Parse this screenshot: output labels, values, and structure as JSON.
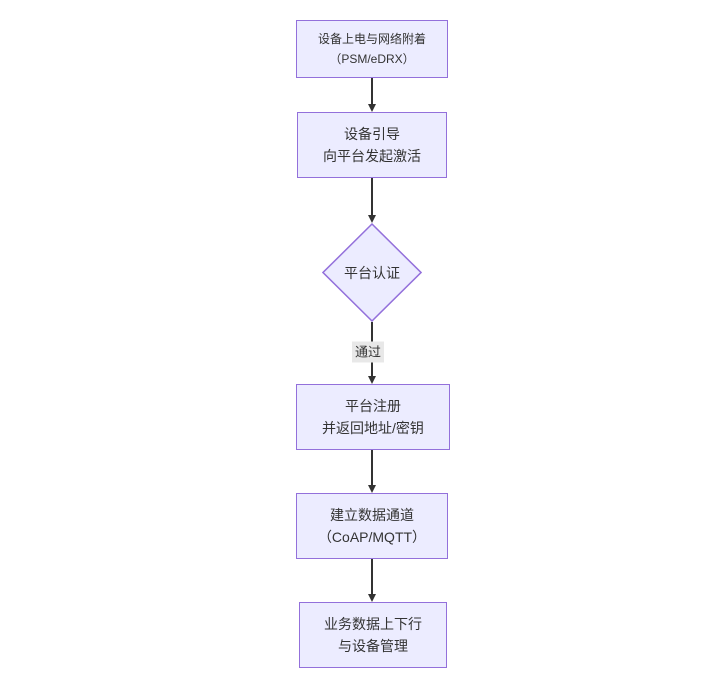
{
  "diagram": {
    "type": "flowchart",
    "direction": "top-down",
    "colors": {
      "background": "#ffffff",
      "node_fill": "#ECECFF",
      "node_border": "#9370DB",
      "text": "#333333",
      "arrow": "#333333",
      "edge_label_bg": "#e8e8e8"
    },
    "nodes": [
      {
        "id": "power",
        "type": "rect",
        "lines": [
          "设备上电与网络附着",
          "（PSM/eDRX）"
        ]
      },
      {
        "id": "bootstrap",
        "type": "rect",
        "lines": [
          "设备引导",
          "向平台发起激活"
        ]
      },
      {
        "id": "auth",
        "type": "diamond",
        "lines": [
          "平台认证"
        ]
      },
      {
        "id": "register",
        "type": "rect",
        "lines": [
          "平台注册",
          "并返回地址/密钥"
        ]
      },
      {
        "id": "channel",
        "type": "rect",
        "lines": [
          "建立数据通道",
          "（CoAP/MQTT）"
        ]
      },
      {
        "id": "business",
        "type": "rect",
        "lines": [
          "业务数据上下行",
          "与设备管理"
        ]
      }
    ],
    "edges": [
      {
        "from": "power",
        "to": "bootstrap",
        "label": ""
      },
      {
        "from": "bootstrap",
        "to": "auth",
        "label": ""
      },
      {
        "from": "auth",
        "to": "register",
        "label": "通过"
      },
      {
        "from": "register",
        "to": "channel",
        "label": ""
      },
      {
        "from": "channel",
        "to": "business",
        "label": ""
      }
    ]
  }
}
